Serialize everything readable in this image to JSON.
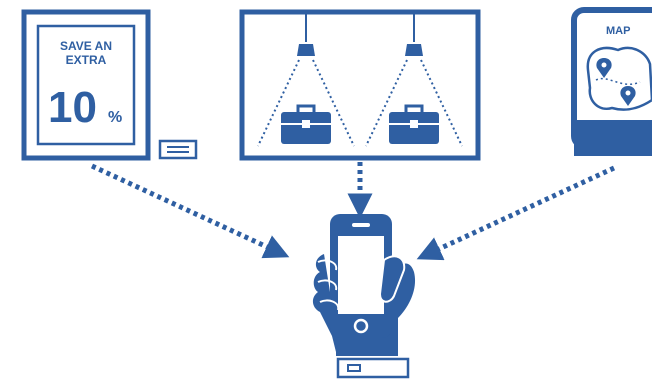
{
  "colors": {
    "primary": "#2f5fa2",
    "background": "#ffffff"
  },
  "poster": {
    "line1": "SAVE AN",
    "line2": "EXTRA",
    "big": "10",
    "percent": "%"
  },
  "map_device": {
    "label": "MAP"
  },
  "icons": [
    "signage-poster-icon",
    "card-reader-icon",
    "spotlight-icon",
    "briefcase-icon",
    "map-pin-icon",
    "smartphone-icon",
    "hand-icon",
    "beacon-icon"
  ]
}
